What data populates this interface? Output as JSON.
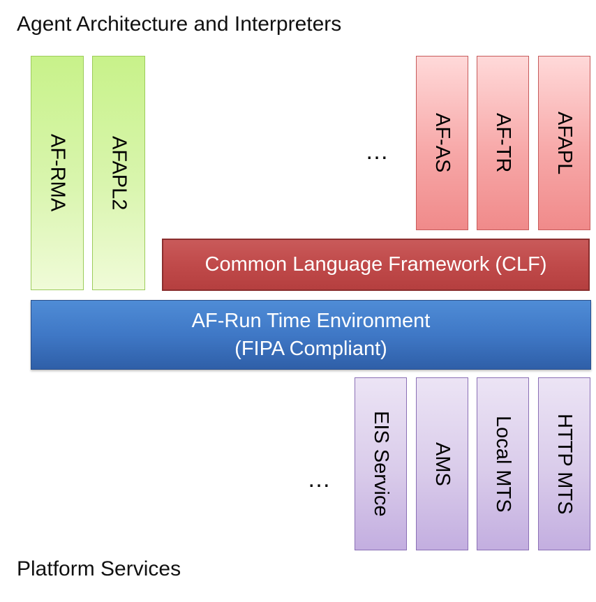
{
  "headings": {
    "top": "Agent Architecture and Interpreters",
    "bottom": "Platform Services"
  },
  "interpreters": {
    "left": [
      "AF-RMA",
      "AFAPL2"
    ],
    "right": [
      "AF-AS",
      "AF-TR",
      "AFAPL"
    ],
    "ellipsis": "…"
  },
  "clf": {
    "label": "Common Language Framework (CLF)"
  },
  "runtime": {
    "line1": "AF-Run Time Environment",
    "line2": "(FIPA Compliant)"
  },
  "services": {
    "items": [
      "EIS Service",
      "AMS",
      "Local MTS",
      "HTTP MTS"
    ],
    "ellipsis": "…"
  },
  "colors": {
    "green_box": "#d9f5ae",
    "red_box": "#f7a8a8",
    "clf_bar": "#c04a4a",
    "runtime_bar": "#3f78c6",
    "purple_box": "#d9cbea"
  }
}
